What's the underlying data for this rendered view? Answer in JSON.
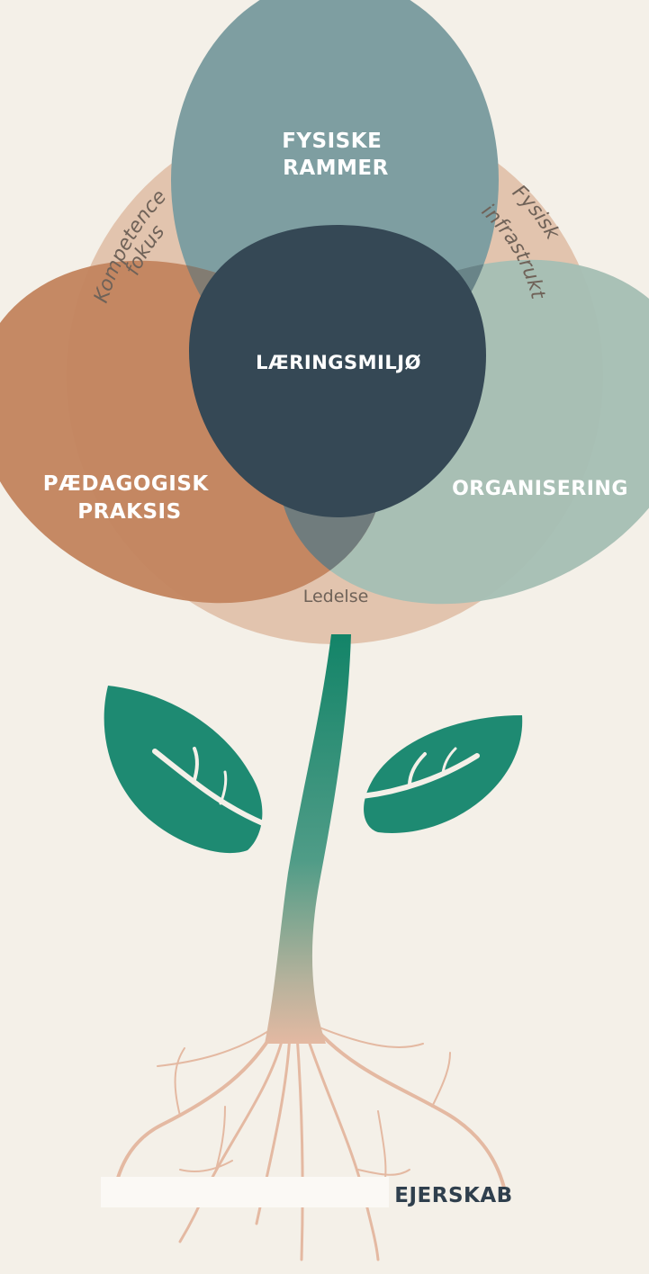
{
  "diagram": {
    "labels": {
      "top": [
        "FYSISKE",
        "RAMMER"
      ],
      "center": "LÆRINGSMILJØ",
      "left": [
        "PÆDAGOGISK",
        "PRAKSIS"
      ],
      "right": "ORGANISERING",
      "arc_left": [
        "Kompetence",
        "fokus"
      ],
      "arc_right": [
        "Fysisk",
        "infrastruktur"
      ],
      "bottom_arc": "Ledelse",
      "roots": "EJERSKAB"
    },
    "colors": {
      "background": "#f4f0e8",
      "outer_ring": "#e2c4ae",
      "top_petal": "#7e9ea1",
      "left_petal": "#c3845f",
      "right_petal": "#a5beb4",
      "center": "#354855",
      "leaf": "#1e8a72",
      "stem_top": "#138468",
      "root": "#e4b9a2"
    }
  }
}
